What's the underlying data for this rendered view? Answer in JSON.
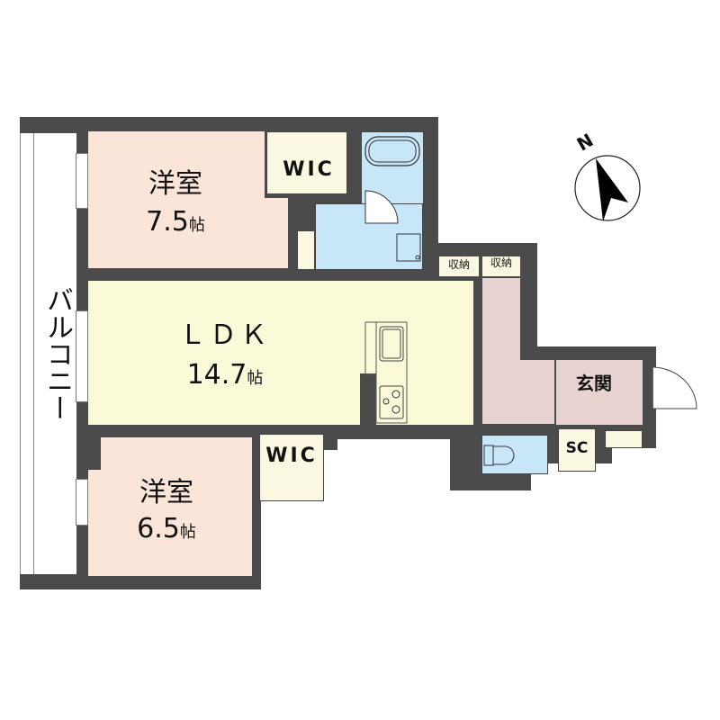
{
  "floorplan": {
    "balcony": {
      "label": "バルコニー"
    },
    "rooms": [
      {
        "id": "western-room-1",
        "name": "洋室",
        "size": "7.5",
        "unit": "帖"
      },
      {
        "id": "ldk",
        "name": "ＬＤＫ",
        "size": "14.7",
        "unit": "帖"
      },
      {
        "id": "western-room-2",
        "name": "洋室",
        "size": "6.5",
        "unit": "帖"
      },
      {
        "id": "wic-1",
        "name": "WIC"
      },
      {
        "id": "wic-2",
        "name": "WIC"
      },
      {
        "id": "storage-1",
        "name": "収納"
      },
      {
        "id": "storage-2",
        "name": "収納"
      },
      {
        "id": "entrance",
        "name": "玄関"
      },
      {
        "id": "shoe-closet",
        "name": "SC"
      }
    ],
    "compass": {
      "label": "N"
    },
    "colors": {
      "wall": "#4b4b4b",
      "western_room": "#fbe5d9",
      "ldk": "#fafad8",
      "wic": "#fbf8e2",
      "wet_area": "#c7e6f8",
      "hallway": "#e8d3d0"
    }
  }
}
